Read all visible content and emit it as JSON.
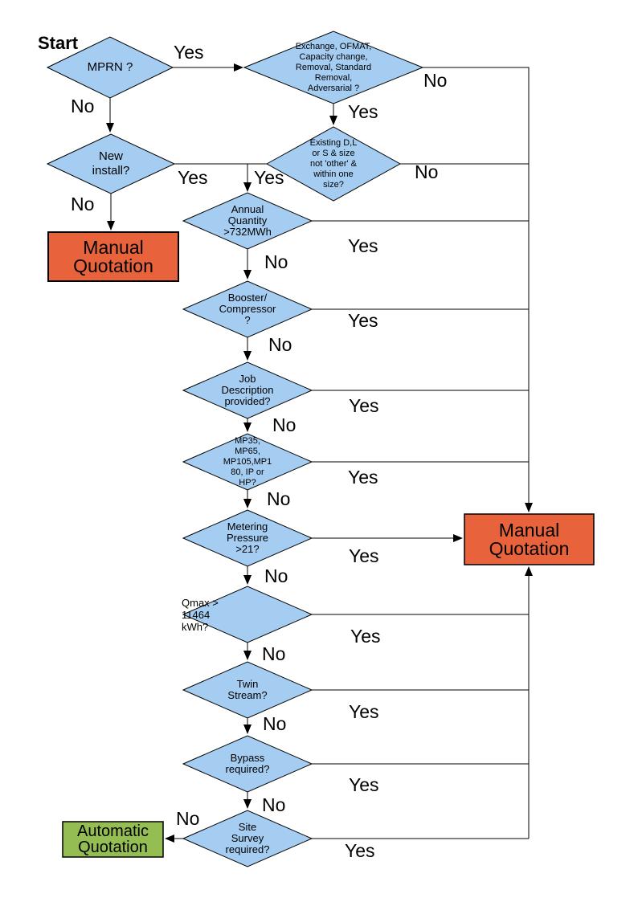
{
  "colors": {
    "diamond_fill": "#A5CDF2",
    "manual_fill": "#E8623C",
    "auto_fill": "#94BE53",
    "line": "#000000"
  },
  "start_label": "Start",
  "nodes": {
    "mprn": {
      "label": "MPRN ?"
    },
    "exchange": {
      "label": "Exchange, OFMAT,\nCapacity change,\nRemoval, Standard\nRemoval,\nAdversarial ?"
    },
    "existing": {
      "label": "Existing D,L\nor S & size\nnot 'other' &\nwithin one\nsize?"
    },
    "new_install": {
      "label": "New\ninstall?"
    },
    "annual": {
      "label": "Annual\nQuantity\n>732MWh"
    },
    "booster": {
      "label": "Booster/\nCompressor\n?"
    },
    "job": {
      "label": "Job\nDescription\nprovided?"
    },
    "mp": {
      "label": "MP35,\nMP65,\nMP105,MP1\n80, IP or\nHP?"
    },
    "metering": {
      "label": "Metering\nPressure\n>21?"
    },
    "qmax": {
      "label": "Qmax >\n11464\nkWh?"
    },
    "twin": {
      "label": "Twin\nStream?"
    },
    "bypass": {
      "label": "Bypass\nrequired?"
    },
    "survey": {
      "label": "Site\nSurvey\nrequired?"
    },
    "manual_left": {
      "label": "Manual\nQuotation"
    },
    "manual_right": {
      "label": "Manual\nQuotation"
    },
    "auto": {
      "label": "Automatic\nQuotation"
    }
  },
  "edge_labels": {
    "mprn_yes": "Yes",
    "mprn_no": "No",
    "exchange_no": "No",
    "exchange_yes": "Yes",
    "existing_no": "No",
    "newinstall_yes": "Yes",
    "existing_yes": "Yes",
    "newinstall_no": "No",
    "annual_yes": "Yes",
    "annual_no": "No",
    "booster_yes": "Yes",
    "booster_no": "No",
    "job_yes": "Yes",
    "job_no": "No",
    "mp_yes": "Yes",
    "mp_no": "No",
    "metering_yes": "Yes",
    "metering_no": "No",
    "qmax_yes": "Yes",
    "qmax_no": "No",
    "twin_yes": "Yes",
    "twin_no": "No",
    "bypass_yes": "Yes",
    "bypass_no": "No",
    "survey_no": "No",
    "survey_yes": "Yes"
  }
}
